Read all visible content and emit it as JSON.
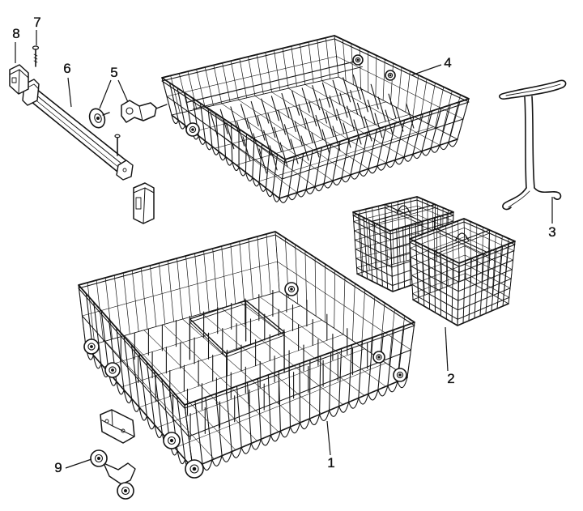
{
  "diagram": {
    "callouts": [
      "1",
      "2",
      "3",
      "4",
      "5",
      "6",
      "7",
      "8",
      "9"
    ]
  }
}
